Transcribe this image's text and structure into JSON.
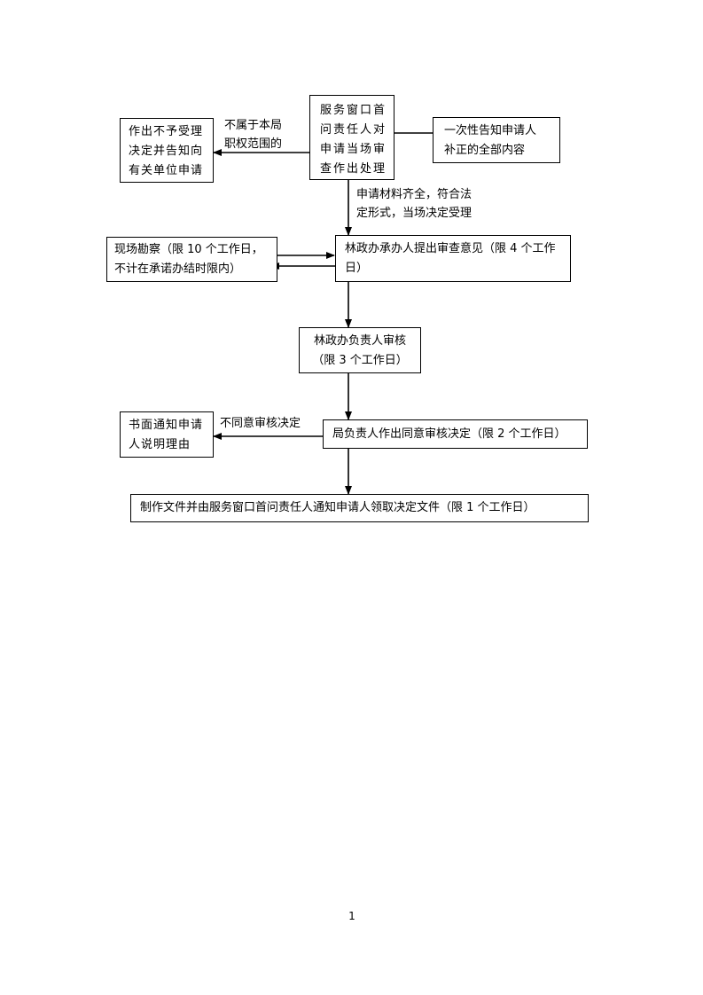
{
  "flowchart": {
    "nodes": {
      "window_review": "服务窗口首\n问责任人对\n申请当场审\n查作出处理",
      "reject_notice": "作出不予受理\n决定并告知向\n有关单位申请",
      "one_time_notice": "一次性告知申请人\n补正的全部内容",
      "site_survey": "现场勘察（限 10 个工作日，\n不计在承诺办结时限内）",
      "handler_opinion": "林政办承办人提出审查意见（限 4 个工作\n日）",
      "head_review": "林政办负责人审核\n（限 3 个工作日）",
      "written_notice": "书面通知申请\n人说明理由",
      "bureau_decision": "局负责人作出同意审核决定（限 2 个工作日）",
      "issue_document": "制作文件并由服务窗口首问责任人通知申请人领取决定文件（限 1 个工作日）"
    },
    "edge_labels": {
      "not_in_scope": "不属于本局\n职权范围的",
      "accepted": "申请材料齐全，符合法\n定形式，当场决定受理",
      "disagree": "不同意审核决定"
    }
  },
  "page_number": "1"
}
